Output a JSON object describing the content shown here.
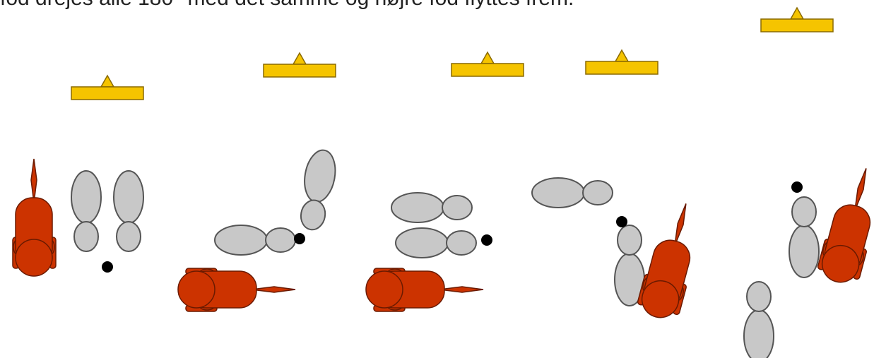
{
  "caption": "fod drejes alle 180° med det samme og højre fod flyttes frem.",
  "colors": {
    "dog": "#cc3300",
    "dog_outline": "#6a1a00",
    "foot": "#c8c8c8",
    "foot_outline": "#555555",
    "marker": "#f5c400",
    "marker_outline": "#8a6a00",
    "dot": "#000000"
  },
  "steps": [
    {
      "marker": "yellow-marker"
    },
    {
      "marker": "yellow-marker"
    },
    {
      "marker": "yellow-marker"
    },
    {
      "marker": "yellow-marker"
    },
    {
      "marker": "yellow-marker"
    }
  ]
}
